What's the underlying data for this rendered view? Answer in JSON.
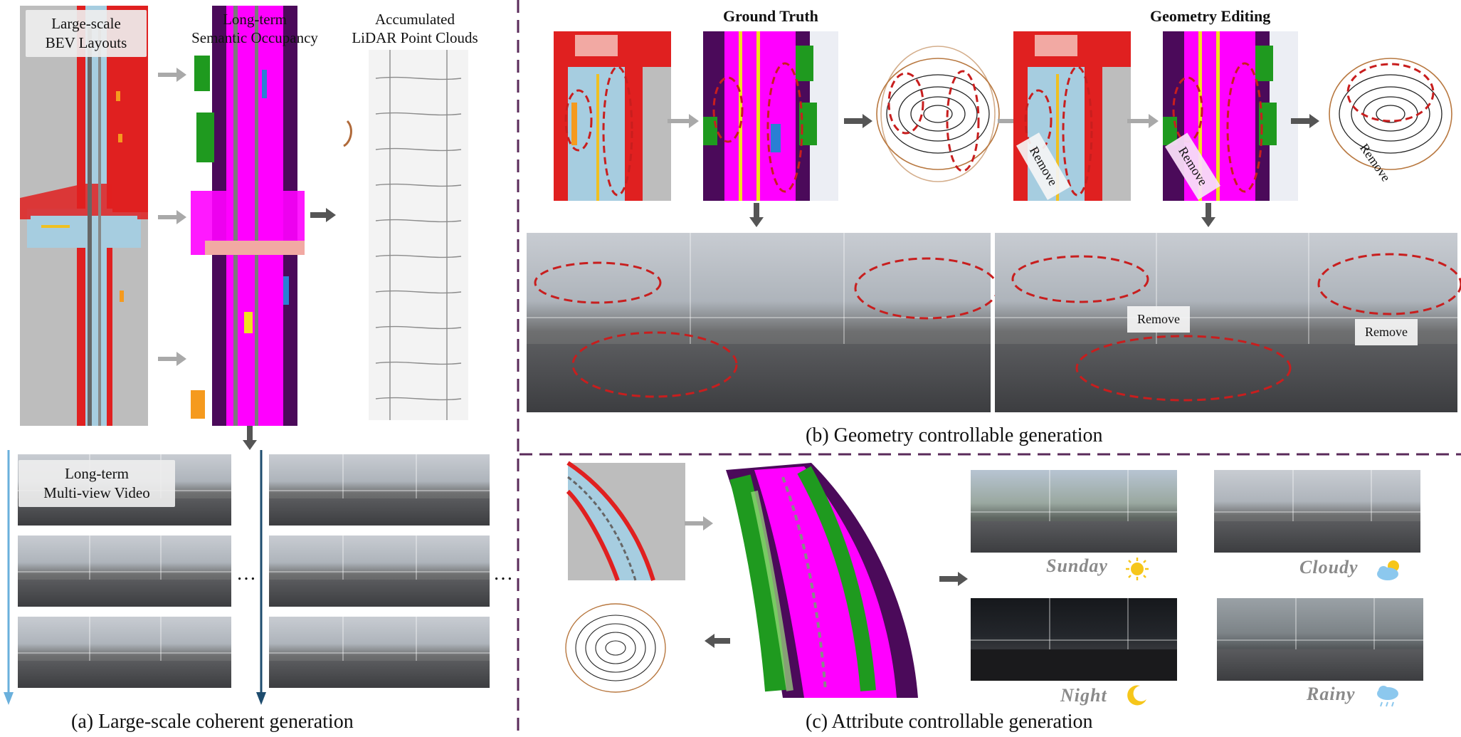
{
  "panel_a": {
    "bev_label_line1": "Large-scale",
    "bev_label_line2": "BEV Layouts",
    "occ_label_line1": "Long-term",
    "occ_label_line2": "Semantic Occupancy",
    "lidar_label_line1": "Accumulated",
    "lidar_label_line2": "LiDAR Point Clouds",
    "video_label_line1": "Long-term",
    "video_label_line2": "Multi-view Video",
    "ellipsis": "…",
    "caption": "(a) Large-scale coherent generation"
  },
  "panel_b": {
    "header_gt": "Ground Truth",
    "header_edit": "Geometry Editing",
    "remove_label": "Remove",
    "caption": "(b) Geometry controllable generation"
  },
  "panel_c": {
    "weather": [
      "Sunday",
      "Cloudy",
      "Night",
      "Rainy"
    ],
    "caption": "(c) Attribute controllable generation"
  },
  "colors": {
    "divider": "#5a2a5a",
    "drivable": "#ff00ff",
    "vegetation": "#1f9a1f",
    "sidewalk_dark": "#4b0a5a",
    "lane": "#a6cde0",
    "boundary": "#e02020",
    "ellipse": "#c81e1e",
    "arrow": "#a9a9a9"
  },
  "icons": [
    "sun-icon",
    "cloud-sun-icon",
    "moon-icon",
    "rain-cloud-icon",
    "down-arrow-icon",
    "right-arrow-icon",
    "left-arrow-icon"
  ]
}
